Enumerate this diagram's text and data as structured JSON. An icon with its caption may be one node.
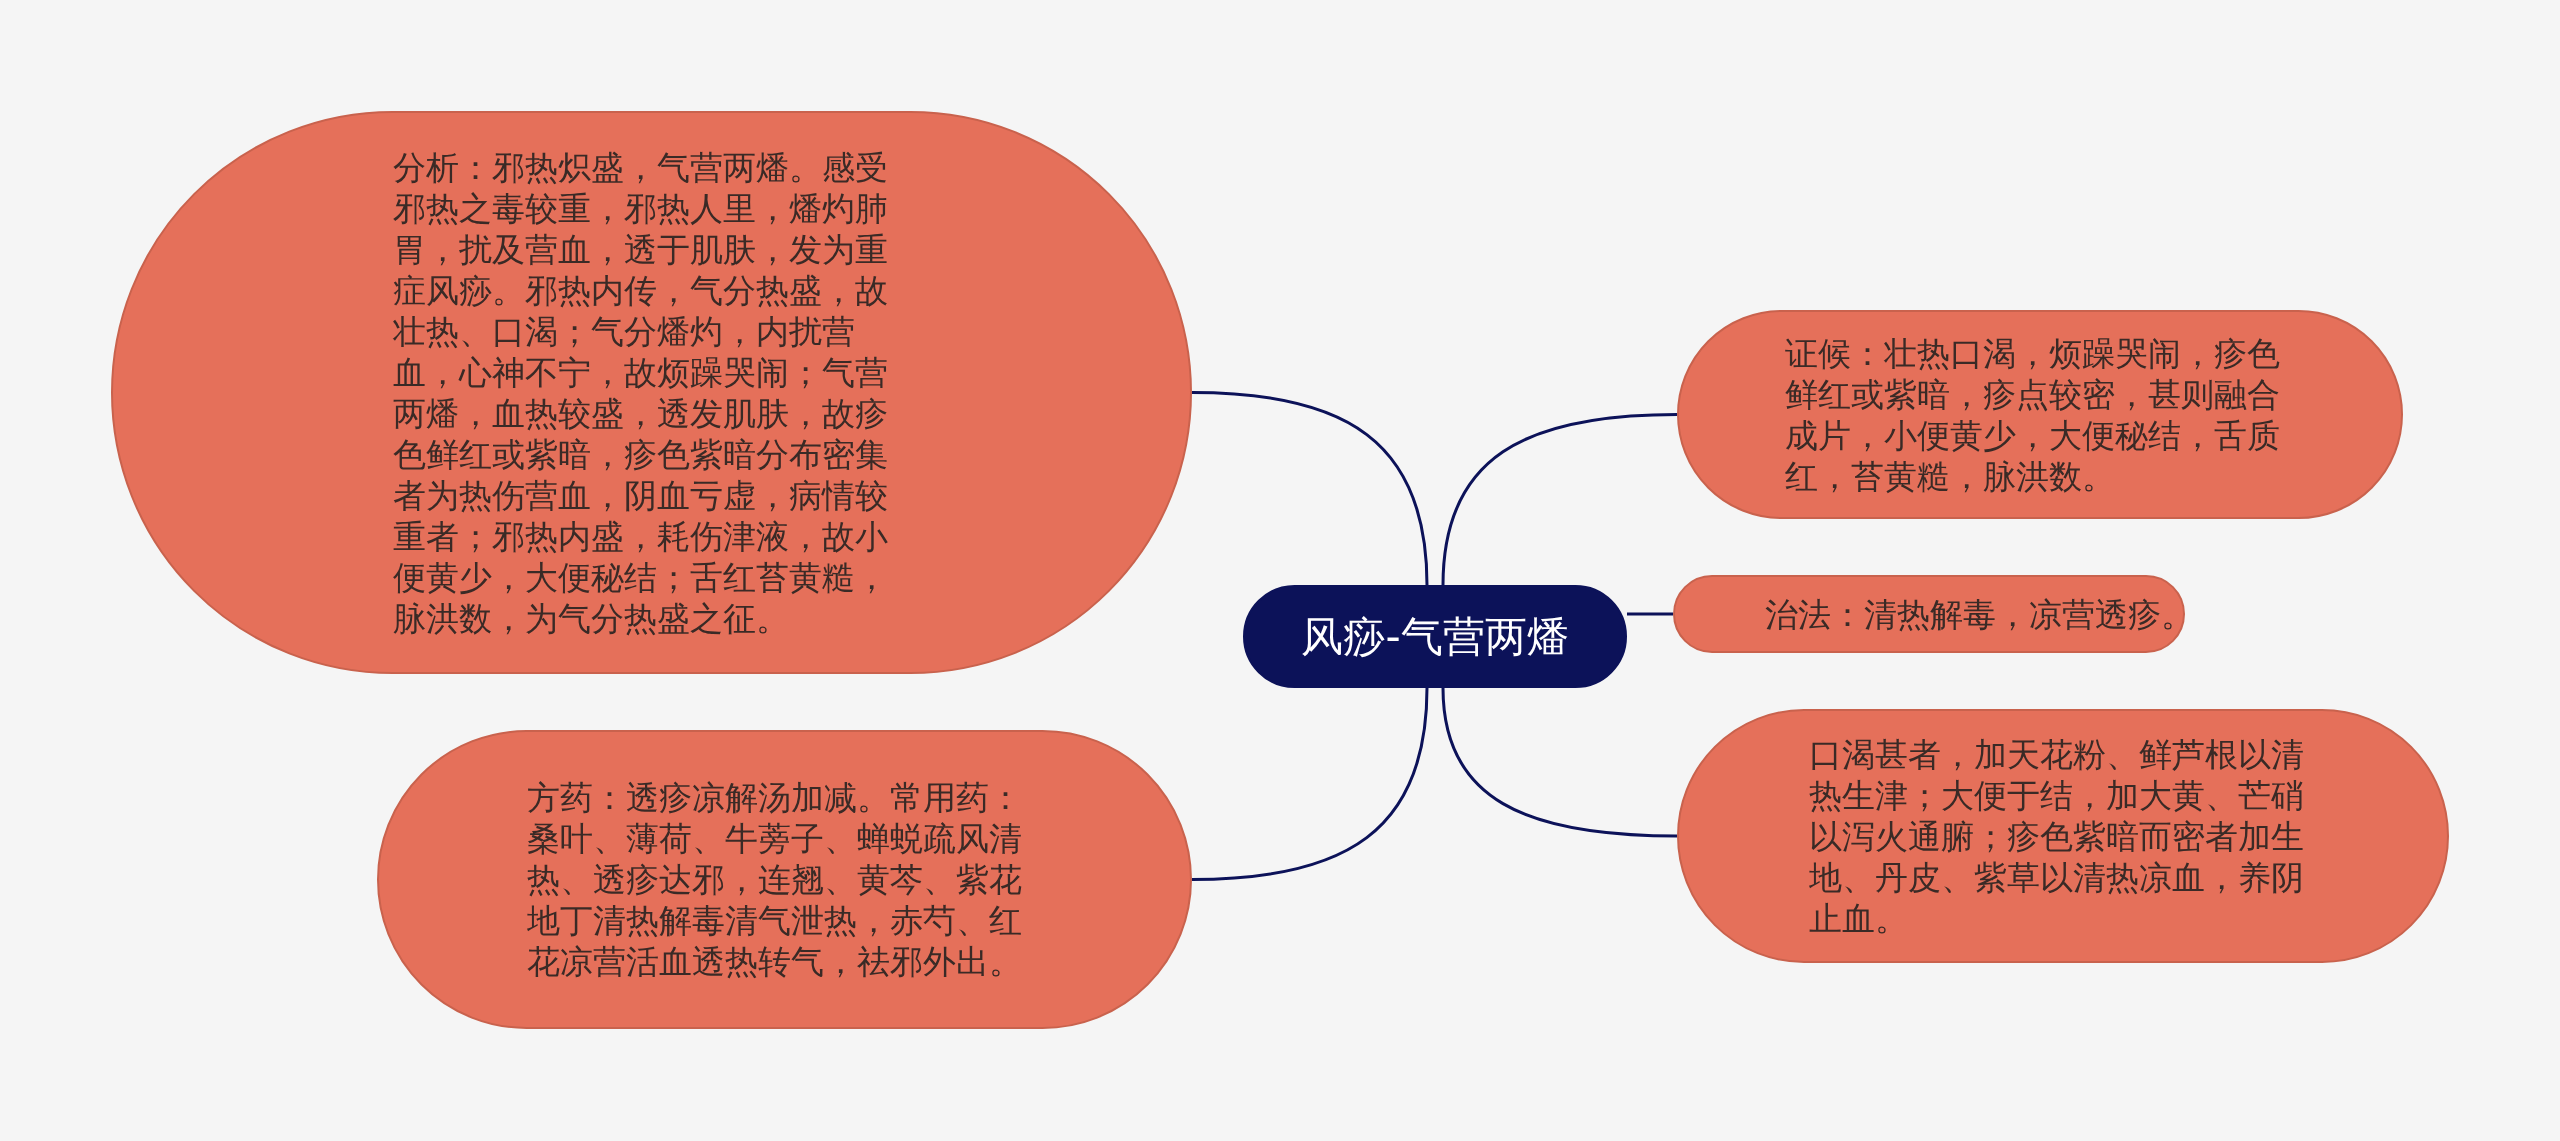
{
  "diagram": {
    "nodes": [
      {
        "text": [
          "风痧-气营两燔"
        ]
      },
      {
        "text": [
          "分析：邪热炽盛，气营两燔。感受邪热之毒较重，邪热人里，燔灼肺胃，扰及营血，透于肌肤，发为重症风痧。邪热内传，气分热盛，故壮热、口渴；气分燔灼，内扰营血，心神不宁，故烦躁哭闹；气营两燔，血热较盛，透发肌肤，故疹色鲜红或紫暗，疹色紫暗分布密集者为热伤营血，阴血亏虚，病情较重者；邪热内盛，耗伤津液，故小便黄少，大便秘结；舌红苔黄糙，脉洪数，为气分热盛之征。"
        ]
      },
      {
        "text": [
          "方药：透疹凉解汤加减。常用药：桑叶、薄荷、牛蒡子、蝉蜕疏风清热、透疹达邪，连翘、黄芩、紫花地丁清热解毒清气泄热，赤芍、红花凉营活血透热转气，祛邪外出。"
        ]
      },
      {
        "text": [
          "证候：壮热口渴，烦躁哭闹，疹色鲜红或紫暗，疹点较密，甚则融合成片，小便黄少，大便秘结，舌质红，苔黄糙，脉洪数。"
        ]
      },
      {
        "text": [
          "治法：清热解毒，凉营透疹。"
        ]
      },
      {
        "text": [
          "口渴甚者，加天花粉、鲜芦根以清热生津；大便于结，加大黄、芒硝以泻火通腑；疹色紫暗而密者加生地、丹皮、紫草以清热凉血，养阴止血。"
        ]
      }
    ],
    "edges": [
      {
        "from": 0,
        "to": 1,
        "arrow": "none"
      },
      {
        "from": 0,
        "to": 2,
        "arrow": "none"
      },
      {
        "from": 0,
        "to": 3,
        "arrow": "none"
      },
      {
        "from": 0,
        "to": 4,
        "arrow": "none"
      },
      {
        "from": 0,
        "to": 5,
        "arrow": "none"
      }
    ]
  }
}
